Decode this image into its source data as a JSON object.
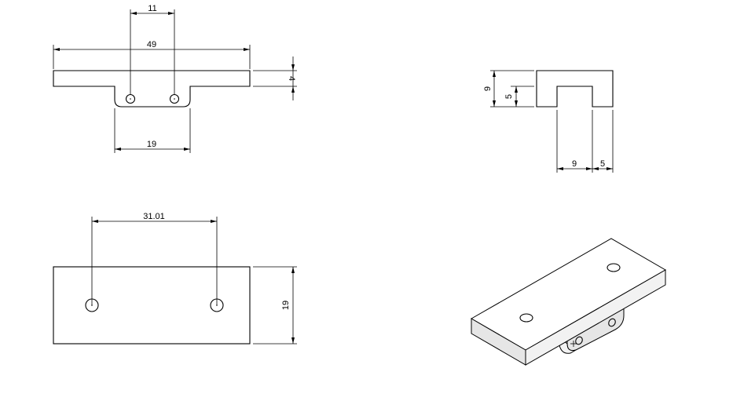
{
  "dimensions": {
    "front_hole_spacing": "11",
    "front_overall_width": "49",
    "front_thickness": "4",
    "front_tab_width": "19",
    "side_height": "9",
    "side_leg_height": "5",
    "side_slot_width": "9",
    "side_leg_width": "5",
    "top_hole_spacing": "31.01",
    "top_depth": "19"
  },
  "colors": {
    "line": "#000000",
    "background": "#ffffff"
  }
}
